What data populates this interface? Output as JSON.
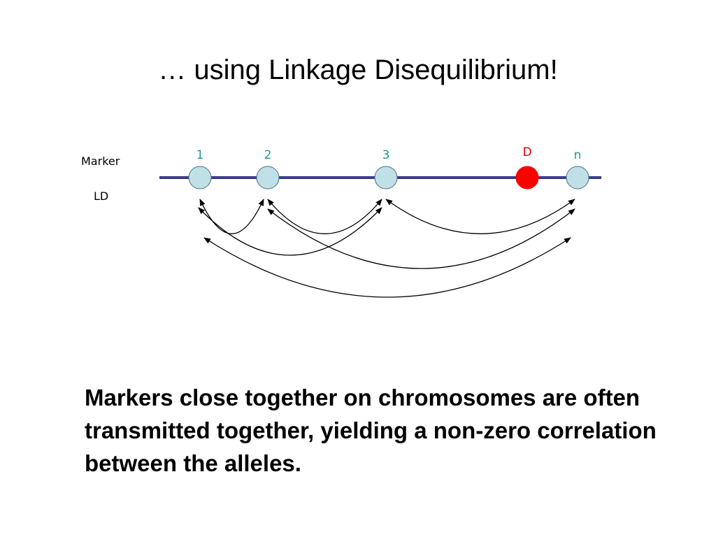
{
  "title": "… using Linkage Disequilibrium!",
  "row_labels": {
    "marker": "Marker",
    "ld": "LD"
  },
  "markers": [
    {
      "id": "m1",
      "label": "1",
      "kind": "marker"
    },
    {
      "id": "m2",
      "label": "2",
      "kind": "marker"
    },
    {
      "id": "m3",
      "label": "3",
      "kind": "marker"
    },
    {
      "id": "mD",
      "label": "D",
      "kind": "disease"
    },
    {
      "id": "mn",
      "label": "n",
      "kind": "marker"
    }
  ],
  "ld_links": [
    {
      "from": "1",
      "to": "2"
    },
    {
      "from": "2",
      "to": "3"
    },
    {
      "from": "3",
      "to": "n"
    },
    {
      "from": "1",
      "to": "3"
    },
    {
      "from": "2",
      "to": "n"
    },
    {
      "from": "1",
      "to": "n"
    }
  ],
  "colors": {
    "chromosome_line": "#3a3a8c",
    "marker_fill": "#bfe0e6",
    "marker_stroke": "#4a6f7a",
    "marker_label": "#1a9a9a",
    "disease_fill": "#ff0000",
    "disease_label": "#e00000",
    "arrow": "#000000"
  },
  "caption": "Markers close together on chromosomes are often transmitted together, yielding a non-zero correlation between the alleles."
}
